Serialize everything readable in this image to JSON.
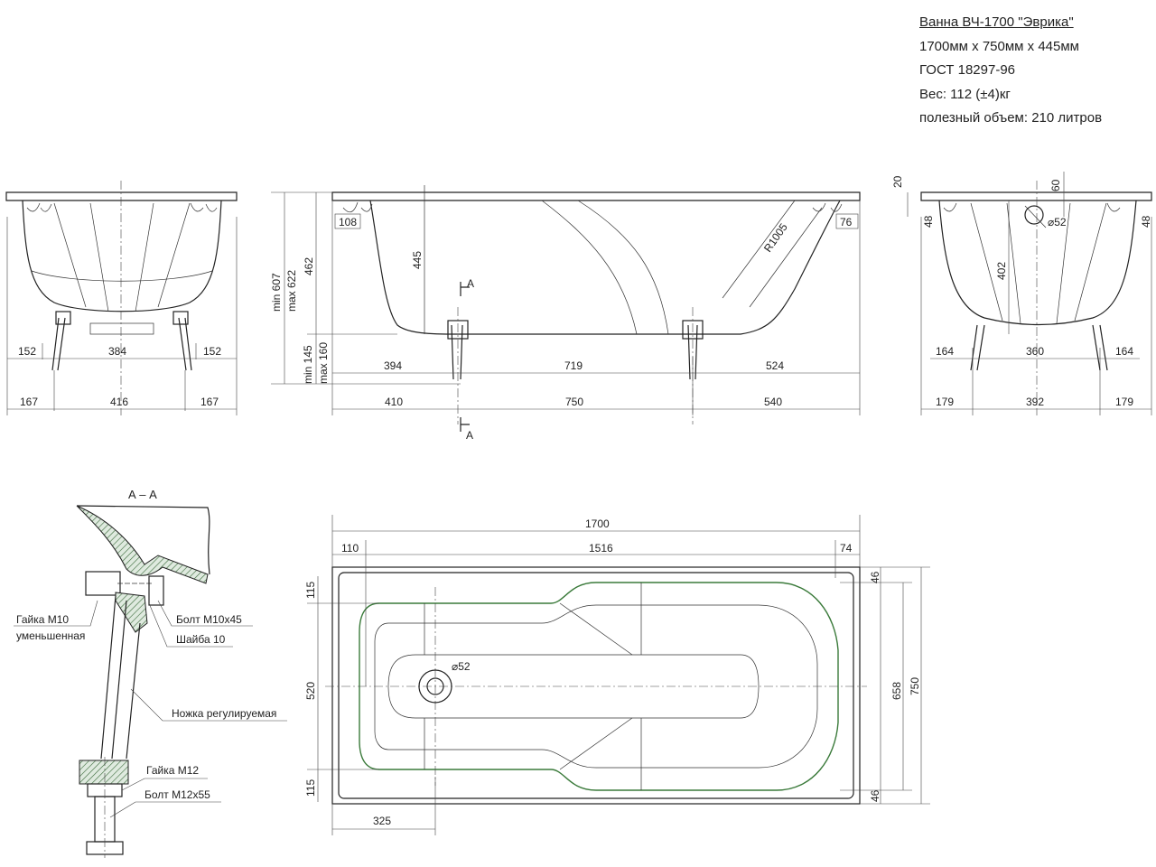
{
  "title_block": {
    "name": "Ванна ВЧ-1700 \"Эврика\"",
    "size": "1700мм x 750мм x 445мм",
    "standard": "ГОСТ 18297-96",
    "weight": "Вес: 112 (±4)кг",
    "volume": "полезный объем: 210 литров"
  },
  "end_view_left": {
    "top_row": [
      "152",
      "384",
      "152"
    ],
    "bottom_row": [
      "167",
      "416",
      "167"
    ]
  },
  "side_view": {
    "rim_left": "108",
    "rim_right": "76",
    "depth": "445",
    "height_to_bottom": "462",
    "total_height_min": "min 607",
    "total_height_max": "max 622",
    "leg_height_min": "min 145",
    "leg_height_max": "max 160",
    "radius": "R1005",
    "top_row": [
      "394",
      "719",
      "524"
    ],
    "bottom_row": [
      "410",
      "750",
      "540"
    ],
    "section_mark": "A"
  },
  "end_view_right": {
    "rim_thickness": "20",
    "drain_offset": "60",
    "rim_left": "48",
    "rim_right": "48",
    "drain": "⌀52",
    "depth": "402",
    "top_row": [
      "164",
      "360",
      "164"
    ],
    "bottom_row": [
      "179",
      "392",
      "179"
    ]
  },
  "section": {
    "title": "А – А",
    "labels": {
      "nut_m10": "Гайка М10",
      "nut_m10_sub": "уменьшенная",
      "bolt_m10": "Болт М10х45",
      "washer": "Шайба 10",
      "leg": "Ножка регулируемая",
      "nut_m12": "Гайка М12",
      "bolt_m12": "Болт М12х55"
    }
  },
  "plan_view": {
    "length": "1700",
    "left_rim": "110",
    "inner_length": "1516",
    "right_rim": "74",
    "top_rim": "115",
    "inner_width": "520",
    "bottom_rim": "115",
    "drain": "⌀52",
    "rim_right_top": "46",
    "rim_right_bottom": "46",
    "inner_width_right": "658",
    "width": "750",
    "drain_offset": "325"
  }
}
